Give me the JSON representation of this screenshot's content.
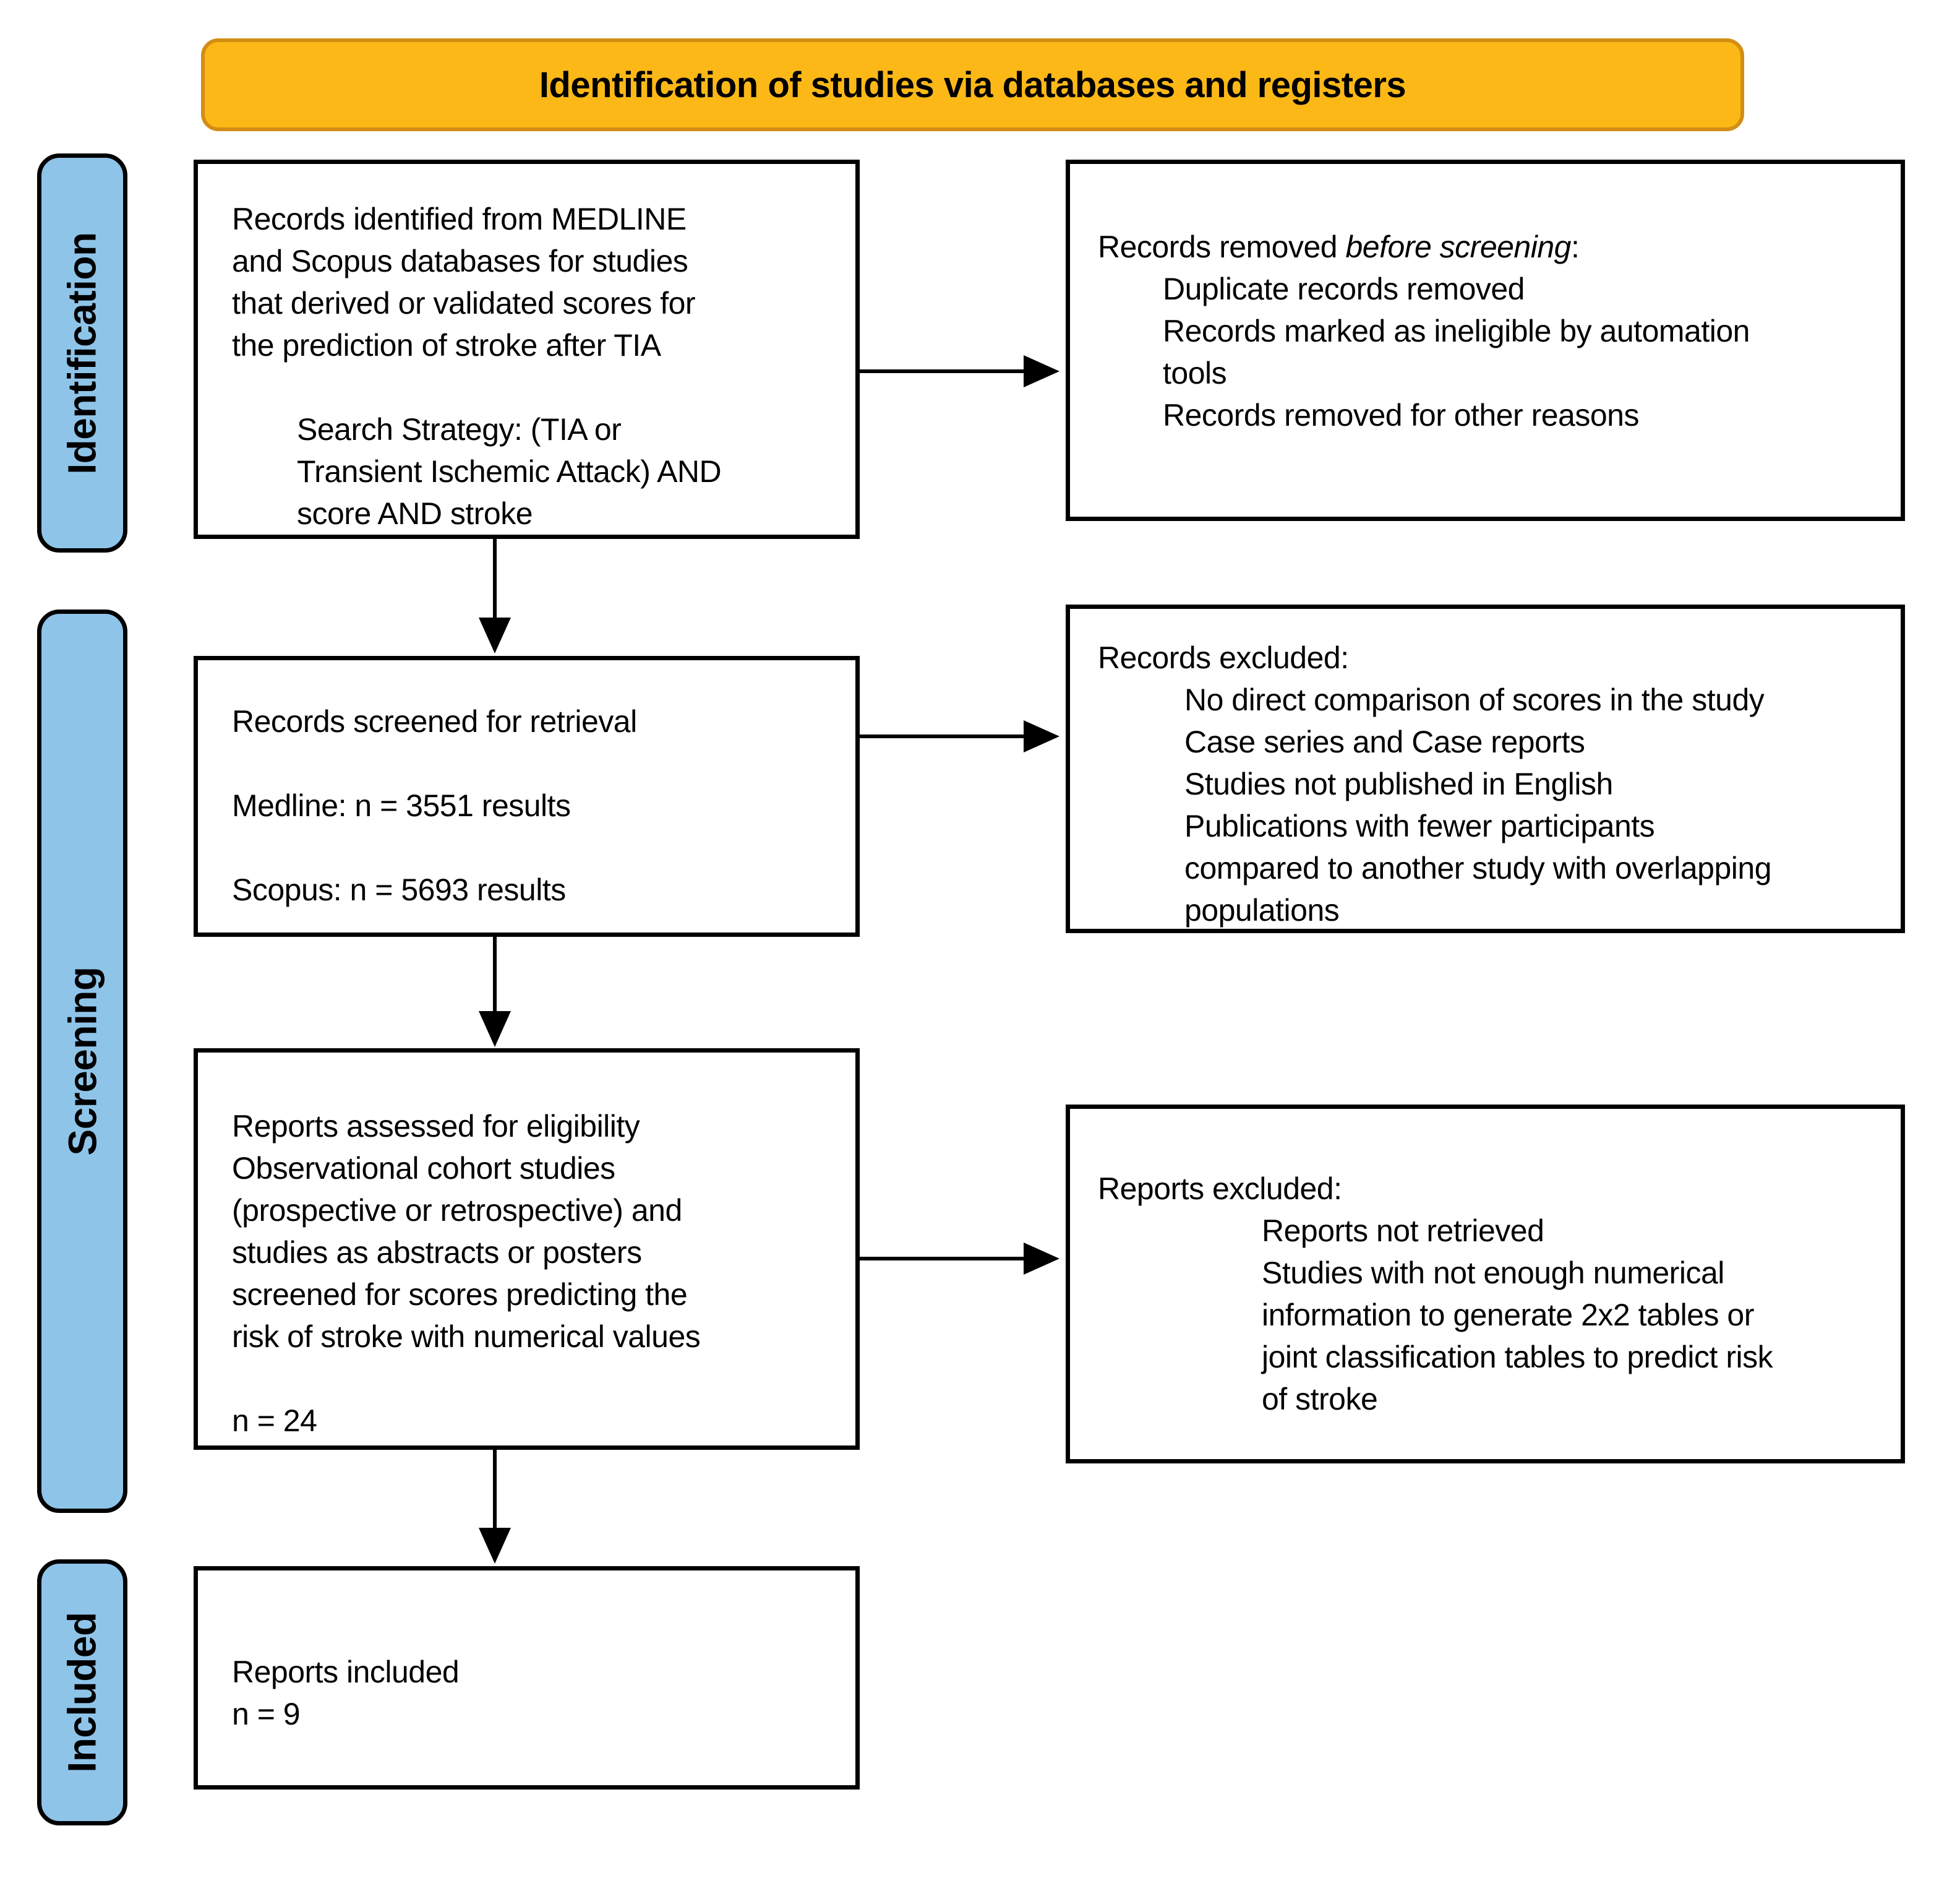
{
  "banner": {
    "title": "Identification of studies via databases and registers"
  },
  "sidebar": {
    "identification_label": "Identification",
    "screening_label": "Screening",
    "included_label": "Included"
  },
  "boxes": {
    "records_identified": {
      "paragraph": "Records identified from MEDLINE\nand Scopus databases for studies\nthat derived or validated scores for\nthe prediction of stroke after TIA",
      "search_strategy": "Search Strategy: (TIA or\nTransient Ischemic Attack) AND\nscore AND stroke"
    },
    "records_removed": {
      "heading_prefix": "Records removed ",
      "heading_italic": "before screening",
      "heading_suffix": ":",
      "items": "Duplicate records removed\nRecords marked as ineligible by automation\ntools\nRecords removed for other reasons"
    },
    "records_screened": {
      "line1": "Records screened for retrieval",
      "line2": "Medline: n = 3551 results",
      "line3": "Scopus: n = 5693 results"
    },
    "records_excluded": {
      "heading": "Records excluded:",
      "items": "No direct comparison of scores in the study\nCase series and Case reports\nStudies not published in English\nPublications with fewer participants\ncompared to another study with overlapping\npopulations"
    },
    "reports_assessed": {
      "paragraph": "Reports assessed for eligibility\nObservational cohort studies\n(prospective or retrospective) and\nstudies as abstracts or posters\nscreened for scores predicting the\nrisk of stroke with numerical values",
      "count": "n = 24"
    },
    "reports_excluded": {
      "heading": "Reports excluded:",
      "items": "Reports not retrieved\nStudies with not enough numerical\ninformation to generate 2x2 tables or\njoint classification tables to predict risk\nof stroke"
    },
    "reports_included": {
      "line1": "Reports included",
      "count": "n = 9"
    }
  },
  "colors": {
    "banner_fill": "#FBB817",
    "banner_border": "#D28E14",
    "stage_fill": "#8FC4E9",
    "box_border": "#000000"
  }
}
